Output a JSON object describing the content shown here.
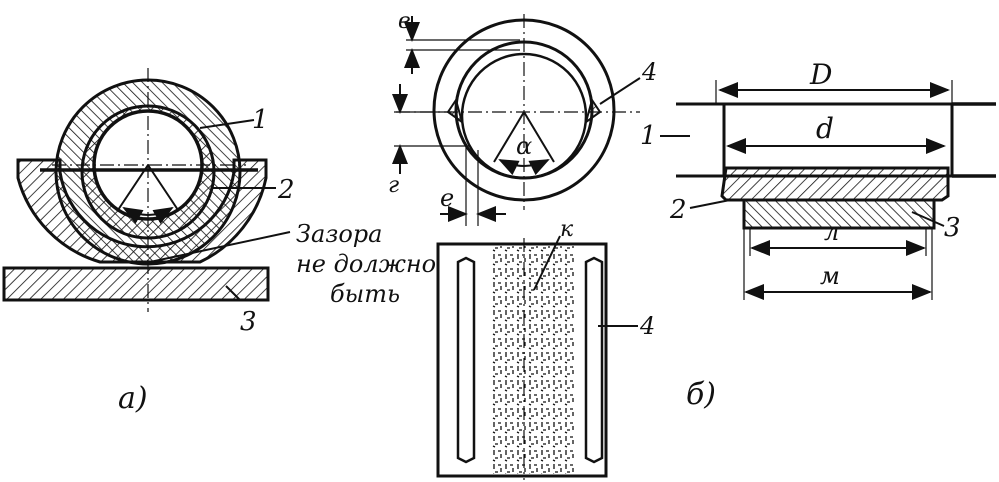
{
  "labels": {
    "fig_a": {
      "callout_1": "1",
      "callout_2": "2",
      "callout_3": "3",
      "note_line1": "Зазора",
      "note_line2": "не должно",
      "note_line3": "быть",
      "caption": "а)"
    },
    "fig_mid": {
      "dim_v": "в",
      "dim_g": "г",
      "dim_e": "е",
      "angle": "α",
      "callout_4_top": "4",
      "mark_k": "к",
      "callout_4_bottom": "4"
    },
    "fig_b": {
      "dim_D": "D",
      "dim_d": "d",
      "dim_l": "л",
      "dim_m": "м",
      "callout_1": "1",
      "callout_2": "2",
      "callout_3": "3",
      "caption": "б)"
    }
  },
  "colors": {
    "ink": "#111111",
    "paper": "#ffffff"
  }
}
